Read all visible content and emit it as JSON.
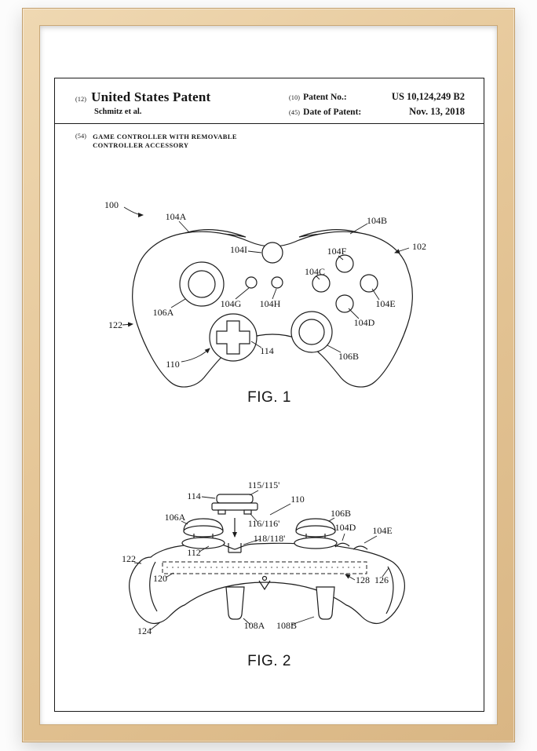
{
  "header": {
    "code12": "(12)",
    "title": "United States Patent",
    "inventor": "Schmitz et al.",
    "code10": "(10)",
    "patent_no_label": "Patent No.:",
    "patent_no_value": "US 10,124,249 B2",
    "code45": "(45)",
    "date_label": "Date of Patent:",
    "date_value": "Nov. 13, 2018",
    "code54": "(54)",
    "title54_line1": "GAME CONTROLLER WITH REMOVABLE",
    "title54_line2": "CONTROLLER ACCESSORY"
  },
  "fig1": {
    "caption": "FIG. 1",
    "labels": {
      "n100": "100",
      "n104A": "104A",
      "n104B": "104B",
      "n102": "102",
      "n104I": "104I",
      "n104F": "104F",
      "n104C": "104C",
      "n104E": "104E",
      "n104D": "104D",
      "n104G": "104G",
      "n104H": "104H",
      "n106A": "106A",
      "n106B": "106B",
      "n122": "122",
      "n110": "110",
      "n114": "114"
    }
  },
  "fig2": {
    "caption": "FIG. 2",
    "labels": {
      "n114": "114",
      "n115": "115/115'",
      "n110": "110",
      "n106A": "106A",
      "n116": "116/116'",
      "n106B": "106B",
      "n118": "118/118'",
      "n104D": "104D",
      "n104E": "104E",
      "n112": "112",
      "n122": "122",
      "n120": "120",
      "n128": "128",
      "n126": "126",
      "n108A": "108A",
      "n108B": "108B",
      "n124": "124"
    }
  },
  "colors": {
    "frame_wood": "#e5c697",
    "mat": "#ffffff",
    "ink": "#1a1a1a"
  }
}
